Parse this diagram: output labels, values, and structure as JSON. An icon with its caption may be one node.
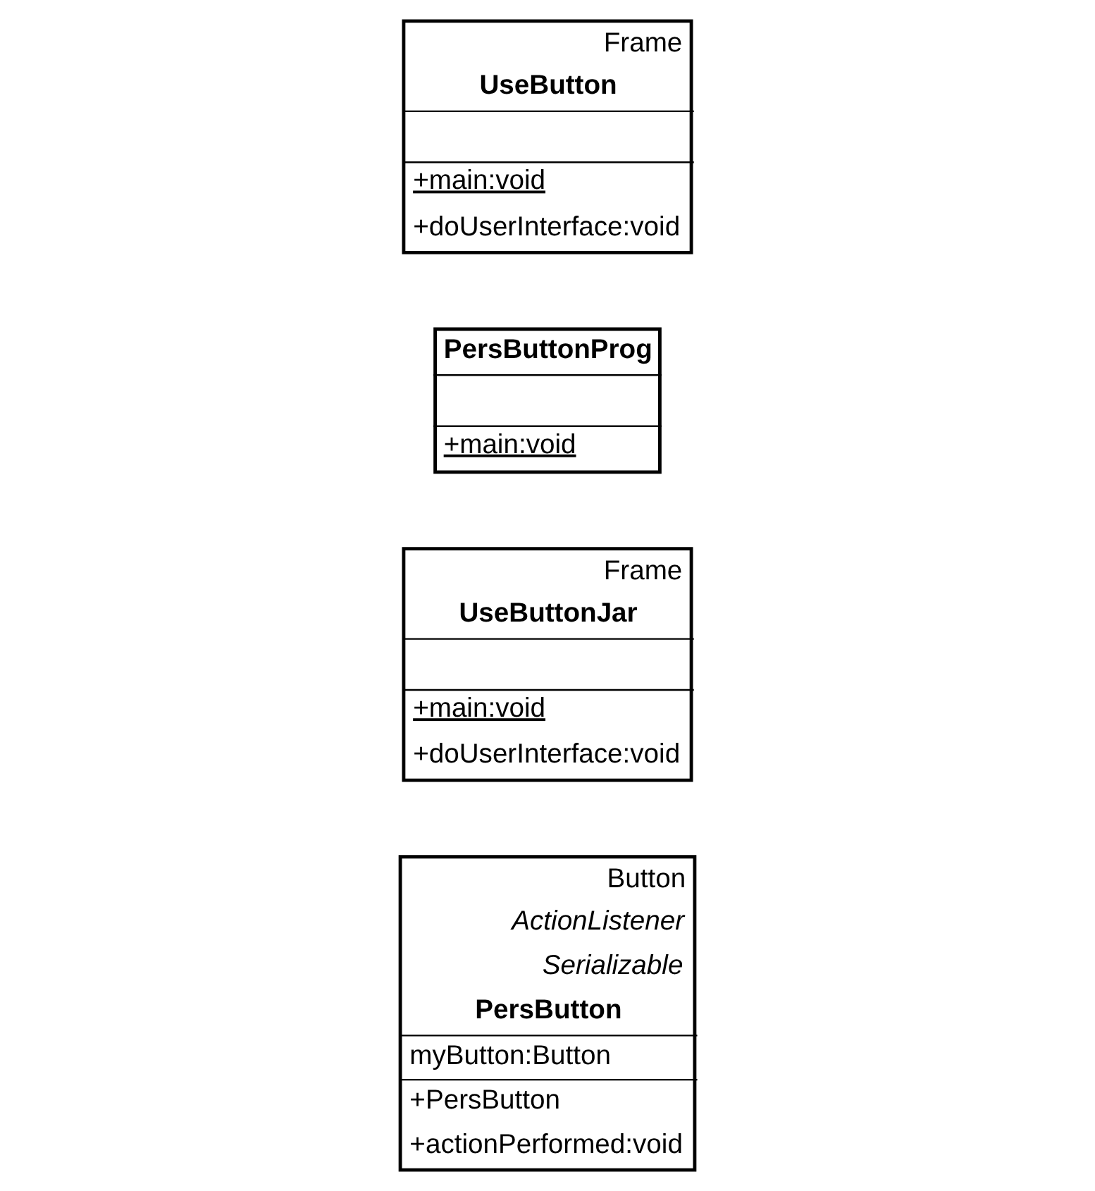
{
  "diagram": {
    "nodes": [
      {
        "text": [
          "Button",
          "ActionListener",
          "Serializable",
          "PersButton",
          "myButton:Button",
          "+PersButton",
          "+actionPerformed:void"
        ]
      },
      {
        "text": [
          "Frame",
          "UseButtonJar",
          "+main:void",
          "+doUserInterface:void"
        ]
      },
      {
        "text": [
          "PersButtonProg",
          "+main:void"
        ]
      },
      {
        "text": [
          "Frame",
          "UseButton",
          "+main:void",
          "+doUserInterface:void"
        ]
      }
    ],
    "edges": []
  }
}
